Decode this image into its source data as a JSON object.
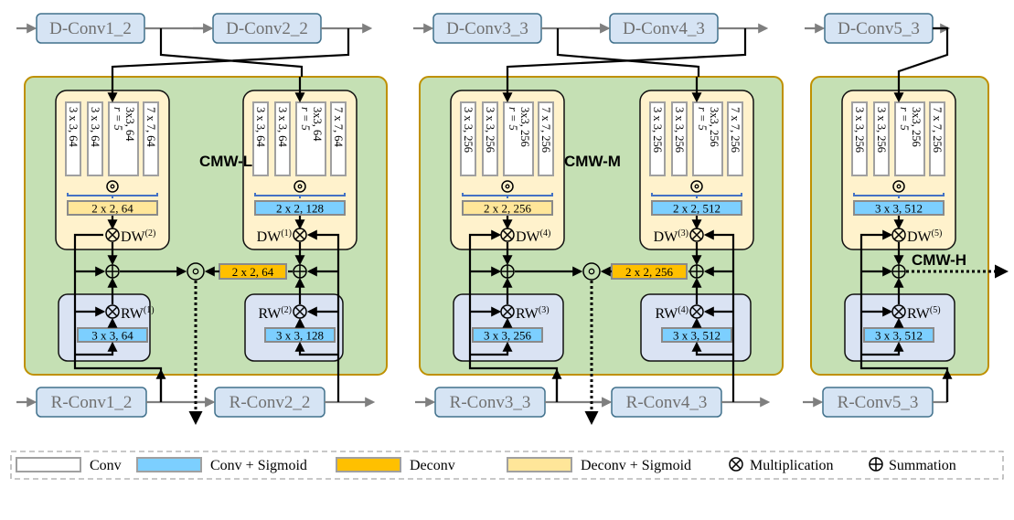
{
  "diagram": {
    "top_nodes": [
      "D-Conv1_2",
      "D-Conv2_2",
      "D-Conv3_3",
      "D-Conv4_3",
      "D-Conv5_3"
    ],
    "bottom_nodes": [
      "R-Conv1_2",
      "R-Conv2_2",
      "R-Conv3_3",
      "R-Conv4_3",
      "R-Conv5_3"
    ],
    "modules": [
      {
        "name": "CMW-L",
        "dw_left": {
          "kernels": [
            "3 x 3, 64",
            "3 x 3, 64",
            "3x3, 64",
            "7 x 7, 64"
          ],
          "dilation": "r = 5",
          "fuse": "2 x 2, 64",
          "weight": "DW",
          "weight_sup": "(2)"
        },
        "dw_right": {
          "kernels": [
            "3 x 3, 64",
            "3 x 3, 64",
            "3x3, 64",
            "7 x 7, 64"
          ],
          "dilation": "r = 5",
          "fuse": "2 x 2, 128",
          "weight": "DW",
          "weight_sup": "(1)"
        },
        "rw_left": {
          "conv": "3 x 3, 64",
          "weight": "RW",
          "weight_sup": "(1)"
        },
        "rw_right": {
          "conv": "3 x 3, 128",
          "weight": "RW",
          "weight_sup": "(2)"
        },
        "deconv": "2 x 2, 64"
      },
      {
        "name": "CMW-M",
        "dw_left": {
          "kernels": [
            "3 x 3, 256",
            "3 x 3, 256",
            "3x3, 256",
            "7 x 7, 256"
          ],
          "dilation": "r = 5",
          "fuse": "2 x 2, 256",
          "weight": "DW",
          "weight_sup": "(4)"
        },
        "dw_right": {
          "kernels": [
            "3 x 3, 256",
            "3 x 3, 256",
            "3x3, 256",
            "7 x 7, 256"
          ],
          "dilation": "r = 5",
          "fuse": "2 x 2, 512",
          "weight": "DW",
          "weight_sup": "(3)"
        },
        "rw_left": {
          "conv": "3 x 3, 256",
          "weight": "RW",
          "weight_sup": "(3)"
        },
        "rw_right": {
          "conv": "3 x 3, 512",
          "weight": "RW",
          "weight_sup": "(4)"
        },
        "deconv": "2 x 2, 256"
      },
      {
        "name": "CMW-H",
        "dw": {
          "kernels": [
            "3 x 3, 256",
            "3 x 3, 256",
            "3x3, 256",
            "7 x 7, 256"
          ],
          "dilation": "r = 5",
          "fuse": "3 x 3, 512",
          "weight": "DW",
          "weight_sup": "(5)"
        },
        "rw": {
          "conv": "3 x 3, 512",
          "weight": "RW",
          "weight_sup": "(5)"
        }
      }
    ],
    "symbols": {
      "multiplication": "⊗",
      "summation": "⊕",
      "concat": "⊙"
    }
  },
  "legend": {
    "items": [
      {
        "label": "Conv",
        "swatch": "#ffffff"
      },
      {
        "label": "Conv + Sigmoid",
        "swatch": "#7ccfff"
      },
      {
        "label": "Deconv",
        "swatch": "#ffc000"
      },
      {
        "label": "Deconv + Sigmoid",
        "swatch": "#ffe699"
      }
    ],
    "multiplication": "Multiplication",
    "summation": "Summation"
  },
  "colors": {
    "module_bg": "#c5e0b4",
    "module_border": "#bf9000",
    "dw_bg": "#fff2cc",
    "rw_bg": "#dae3f3",
    "node_bg": "#d6e4f4",
    "conv_sigmoid": "#7ccfff",
    "deconv": "#ffc000",
    "deconv_sigmoid": "#ffe699"
  }
}
